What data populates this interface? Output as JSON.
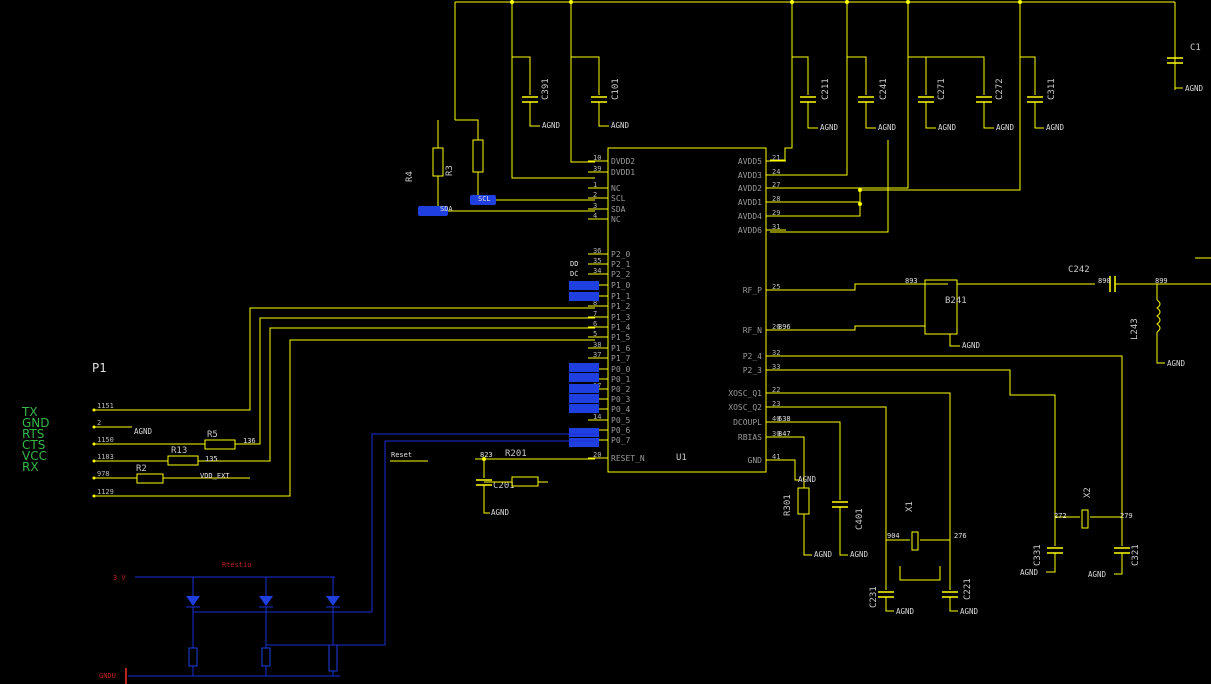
{
  "components": {
    "ic": {
      "ref": "U1",
      "left_pins": [
        {
          "num": "10",
          "name": "DVDD2"
        },
        {
          "num": "39",
          "name": "DVDD1"
        },
        {
          "num": "1",
          "name": "NC"
        },
        {
          "num": "2",
          "name": "SCL"
        },
        {
          "num": "3",
          "name": "SDA"
        },
        {
          "num": "4",
          "name": "NC"
        },
        {
          "num": "36",
          "name": "P2_0"
        },
        {
          "num": "35",
          "name": "P2_1"
        },
        {
          "num": "34",
          "name": "P2_2"
        },
        {
          "num": "",
          "name": "P1_0"
        },
        {
          "num": "",
          "name": "P1_1"
        },
        {
          "num": "8",
          "name": "P1_2"
        },
        {
          "num": "7",
          "name": "P1_3"
        },
        {
          "num": "6",
          "name": "P1_4"
        },
        {
          "num": "5",
          "name": "P1_5"
        },
        {
          "num": "38",
          "name": "P1_6"
        },
        {
          "num": "37",
          "name": "P1_7"
        },
        {
          "num": "",
          "name": "P0_0"
        },
        {
          "num": "",
          "name": "P0_1"
        },
        {
          "num": "17",
          "name": "P0_2"
        },
        {
          "num": "",
          "name": "P0_3"
        },
        {
          "num": "",
          "name": "P0_4"
        },
        {
          "num": "14",
          "name": "P0_5"
        },
        {
          "num": "",
          "name": "P0_6"
        },
        {
          "num": "",
          "name": "P0_7"
        },
        {
          "num": "20",
          "name": "RESET_N"
        }
      ],
      "right_pins": [
        {
          "num": "21",
          "name": "AVDD5"
        },
        {
          "num": "24",
          "name": "AVDD3"
        },
        {
          "num": "27",
          "name": "AVDD2"
        },
        {
          "num": "28",
          "name": "AVDD1"
        },
        {
          "num": "29",
          "name": "AVDD4"
        },
        {
          "num": "31",
          "name": "AVDD6"
        },
        {
          "num": "25",
          "name": "RF_P"
        },
        {
          "num": "26",
          "name": "RF_N"
        },
        {
          "num": "32",
          "name": "P2_4"
        },
        {
          "num": "33",
          "name": "P2_3"
        },
        {
          "num": "22",
          "name": "XOSC_Q1"
        },
        {
          "num": "23",
          "name": "XOSC_Q2"
        },
        {
          "num": "40",
          "name": "DCOUPL"
        },
        {
          "num": "30",
          "name": "RBIAS"
        },
        {
          "num": "41",
          "name": "GND"
        }
      ]
    },
    "connector": {
      "ref": "P1",
      "labels": [
        "TX",
        "GND",
        "RTS",
        "CTS",
        "VCC",
        "RX"
      ],
      "pin_nets": [
        "1151",
        "2",
        "1150",
        "1183",
        "978",
        "1129"
      ]
    },
    "top_caps": [
      {
        "ref": "C391",
        "gnd": "AGND"
      },
      {
        "ref": "C101",
        "gnd": "AGND"
      },
      {
        "ref": "C211",
        "gnd": "AGND"
      },
      {
        "ref": "C241",
        "gnd": "AGND"
      },
      {
        "ref": "C271",
        "gnd": "AGND"
      },
      {
        "ref": "C272",
        "gnd": "AGND"
      },
      {
        "ref": "C311",
        "gnd": "AGND"
      },
      {
        "ref": "C1",
        "gnd": "AGND"
      }
    ],
    "labels": {
      "r4": "R4",
      "r3": "R3",
      "r5": "R5",
      "r13": "R13",
      "r2": "R2",
      "r201": "R201",
      "c201": "C201",
      "r301": "R301",
      "c401": "C401",
      "x1": "X1",
      "x2": "X2",
      "c231": "C231",
      "c221": "C221",
      "c331": "C331",
      "c321": "C321",
      "b241": "B241",
      "c242": "C242",
      "l243": "L243",
      "c1": "C1",
      "p1": "P1"
    },
    "nets": {
      "sda": "SDA",
      "scl": "SCL",
      "vdd_ext": "VDD_EXT",
      "reset": "Reset",
      "dd": "DD",
      "dc": "DC",
      "n136": "136",
      "n135": "135",
      "n823": "823",
      "n893": "893",
      "n896": "896",
      "n899": "899",
      "n890": "890",
      "n904": "904",
      "n276": "276",
      "n272": "272",
      "n279": "279",
      "n638": "638",
      "n847": "847",
      "n3v": "3 V",
      "gndu": "GNDU",
      "ref_r": "Rtestio"
    },
    "gnd": "AGND"
  }
}
